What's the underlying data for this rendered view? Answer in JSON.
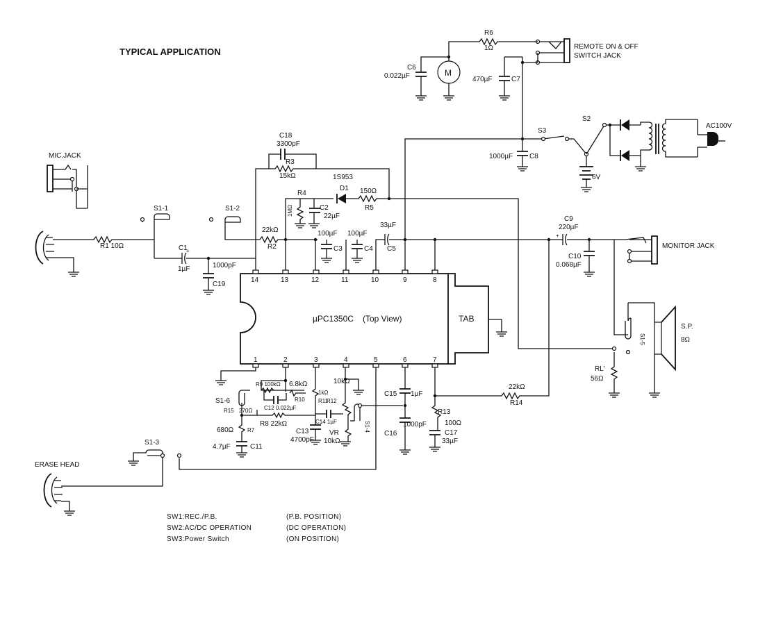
{
  "title": "TYPICAL APPLICATION",
  "ic": {
    "name": "µPC1350C",
    "view": "(Top View)",
    "tab": "TAB",
    "top_pins": [
      "14",
      "13",
      "12",
      "11",
      "10",
      "9",
      "8"
    ],
    "bottom_pins": [
      "1",
      "2",
      "3",
      "4",
      "5",
      "6",
      "7"
    ]
  },
  "connectors": {
    "mic_jack": "MIC.JACK",
    "remote_jack_line1": "REMOTE ON & OFF",
    "remote_jack_line2": "SWITCH JACK",
    "monitor_jack": "MONITOR JACK",
    "erase_head": "ERASE HEAD",
    "ac": "AC100V",
    "battery": "6V",
    "motor": "M",
    "speaker": "S.P.",
    "speaker_imp": "8Ω"
  },
  "switches": {
    "s1_1": "S1-1",
    "s1_2": "S1-2",
    "s1_3": "S1-3",
    "s1_4": "S1-4",
    "s1_5": "S1-5",
    "s1_6": "S1-6",
    "s2": "S2",
    "s3": "S3"
  },
  "components": {
    "r1": "R1 10Ω",
    "r2_val": "22kΩ",
    "r2": "R2",
    "r3": "R3",
    "r3_val": "15kΩ",
    "r4": "R4",
    "r4_val": "1MΩ",
    "r5": "R5",
    "r5_val": "150Ω",
    "r6": "R6",
    "r6_val": "1Ω",
    "r7": "R7",
    "r7_val": "680Ω",
    "r8": "R8 22kΩ",
    "r9": "R9 100kΩ",
    "r10": "R10",
    "r10_val": "6.8kΩ",
    "r11": "1kΩ",
    "r11_lbl": "R11",
    "r12": "R12",
    "r12_val": "10kΩ",
    "r13": "R13",
    "r13_val": "100Ω",
    "r14": "R14",
    "r14_val": "22kΩ",
    "r15": "R15",
    "r15_val": "270Ω",
    "rl": "RL'",
    "rl_val": "56Ω",
    "vr": "VR",
    "vr_val": "10kΩ",
    "c1": "C1",
    "c1_val": "1µF",
    "c2": "C2",
    "c2_val": "22µF",
    "c3": "C3",
    "c3_val": "100µF",
    "c4": "C4",
    "c4_val": "100µF",
    "c5": "C5",
    "c5_val": "33µF",
    "c6": "C6",
    "c6_val": "0.022µF",
    "c7": "C7",
    "c7_val": "470µF",
    "c8": "C8",
    "c8_val": "1000µF",
    "c9": "C9",
    "c9_val": "220µF",
    "c10": "C10",
    "c10_val": "0.068µF",
    "c11": "C11",
    "c11_val": "4.7µF",
    "c12": "C12 0.022µF",
    "c13": "C13",
    "c13_val": "4700pF",
    "c14": "C14 1µF",
    "c15": "C15",
    "c15_val": "1µF",
    "c16": "C16",
    "c16_val": "1000pF",
    "c17": "C17",
    "c17_val": "33µF",
    "c18": "C18",
    "c18_val": "3300pF",
    "c19": "C19",
    "c19_val": "1000pF",
    "d1": "D1",
    "d1_type": "1S953"
  },
  "legend": [
    {
      "name": "SW1:REC./P.B.",
      "position": "(P.B. POSITION)"
    },
    {
      "name": "SW2:AC/DC OPERATION",
      "position": "(DC OPERATION)"
    },
    {
      "name": "SW3:Power Switch",
      "position": "(ON POSITION)"
    }
  ]
}
